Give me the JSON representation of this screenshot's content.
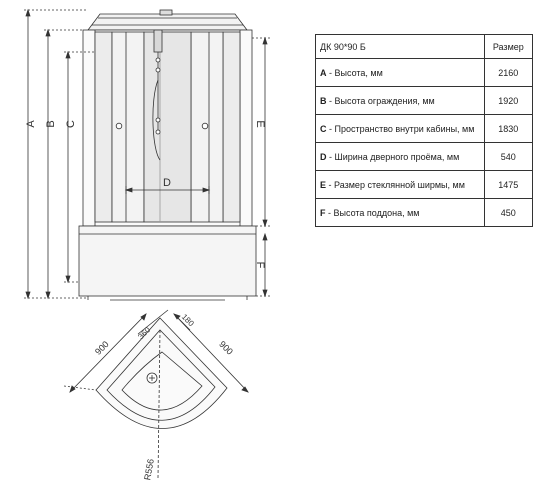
{
  "spec_table": {
    "header": {
      "model": "ДК  90*90 Б",
      "value_heading": "Размер"
    },
    "rows": [
      {
        "letter": "A",
        "label": " - Высота, мм",
        "value": "2160"
      },
      {
        "letter": "B",
        "label": " - Высота ограждения, мм",
        "value": "1920"
      },
      {
        "letter": "C",
        "label": " - Пространство внутри кабины, мм",
        "value": "1830"
      },
      {
        "letter": "D",
        "label": " - Ширина дверного проёма, мм",
        "value": "540"
      },
      {
        "letter": "E",
        "label": " - Размер стеклянной ширмы, мм",
        "value": "1475"
      },
      {
        "letter": "F",
        "label": " - Высота поддона, мм",
        "value": "450"
      }
    ]
  },
  "front_view": {
    "dim_a": "A",
    "dim_b": "B",
    "dim_c": "C",
    "dim_d": "D",
    "dim_e": "E",
    "dim_f": "F"
  },
  "top_view": {
    "side_left": "900",
    "side_right": "900",
    "inner_offset": "360",
    "corner_offset": "180",
    "radius": "R556"
  }
}
